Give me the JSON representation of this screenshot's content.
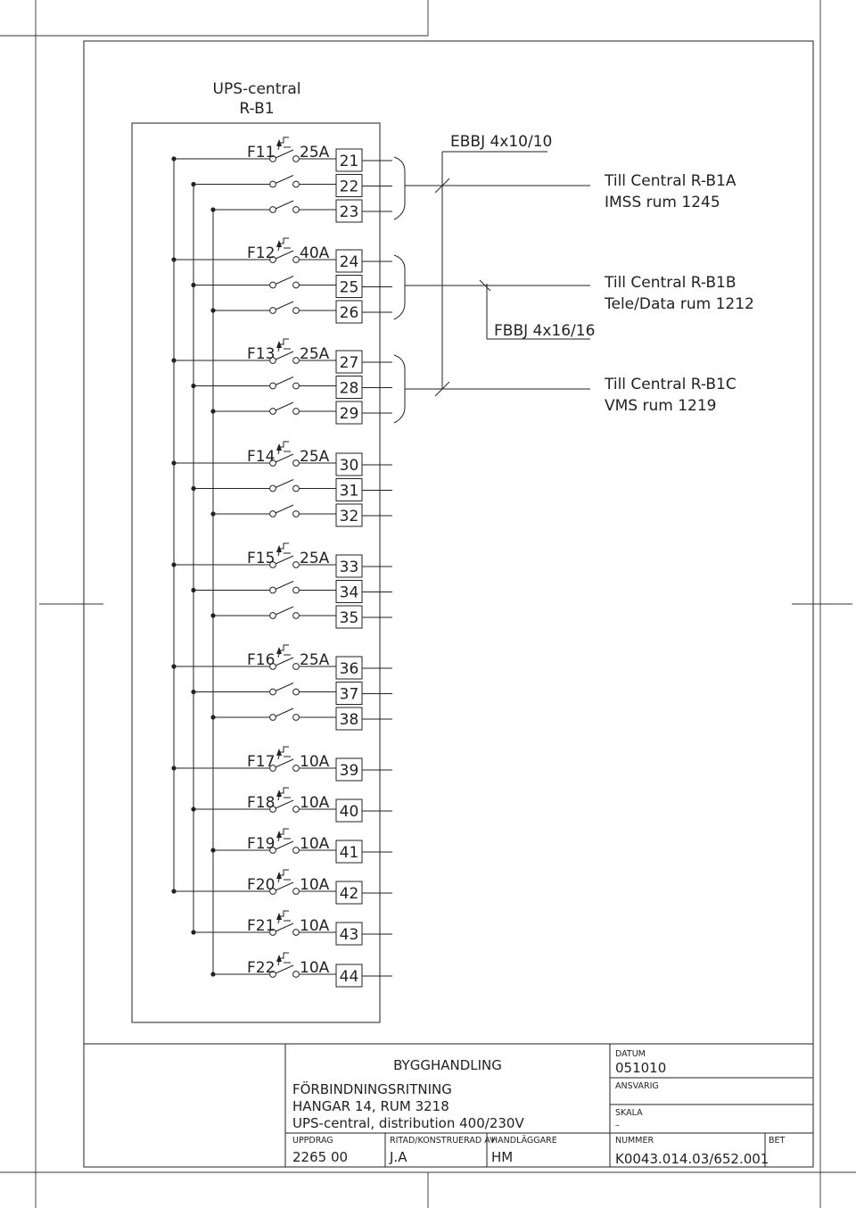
{
  "board": {
    "title_line1": "UPS-central",
    "title_line2": "R-B1"
  },
  "breakers": [
    {
      "id": "F11",
      "rating": "25A",
      "outputs": [
        "21",
        "22",
        "23"
      ]
    },
    {
      "id": "F12",
      "rating": "40A",
      "outputs": [
        "24",
        "25",
        "26"
      ]
    },
    {
      "id": "F13",
      "rating": "25A",
      "outputs": [
        "27",
        "28",
        "29"
      ]
    },
    {
      "id": "F14",
      "rating": "25A",
      "outputs": [
        "30",
        "31",
        "32"
      ]
    },
    {
      "id": "F15",
      "rating": "25A",
      "outputs": [
        "33",
        "34",
        "35"
      ]
    },
    {
      "id": "F16",
      "rating": "25A",
      "outputs": [
        "36",
        "37",
        "38"
      ]
    },
    {
      "id": "F17",
      "rating": "10A",
      "outputs": [
        "39"
      ]
    },
    {
      "id": "F18",
      "rating": "10A",
      "outputs": [
        "40"
      ]
    },
    {
      "id": "F19",
      "rating": "10A",
      "outputs": [
        "41"
      ]
    },
    {
      "id": "F20",
      "rating": "10A",
      "outputs": [
        "42"
      ]
    },
    {
      "id": "F21",
      "rating": "10A",
      "outputs": [
        "43"
      ]
    },
    {
      "id": "F22",
      "rating": "10A",
      "outputs": [
        "44"
      ]
    }
  ],
  "cables": {
    "upper": "EBBJ 4x10/10",
    "lower": "FBBJ 4x16/16"
  },
  "destinations": [
    {
      "line1": "Till Central R-B1A",
      "line2": "IMSS rum 1245"
    },
    {
      "line1": "Till Central R-B1B",
      "line2": "Tele/Data rum 1212"
    },
    {
      "line1": "Till Central R-B1C",
      "line2": "VMS rum 1219"
    }
  ],
  "title_block": {
    "status": "BYGGHANDLING",
    "drawing_type": "FÖRBINDNINGSRITNING",
    "location": "HANGAR 14, RUM 3218",
    "description": "UPS-central, distribution 400/230V",
    "datum_label": "DATUM",
    "datum_value": "051010",
    "ansvarig_label": "ANSVARIG",
    "skala_label": "SKALA",
    "skala_value": "–",
    "uppdrag_label": "UPPDRAG",
    "uppdrag_value": "2265 00",
    "ritad_label": "RITAD/KONSTRUERAD AV",
    "ritad_value": "J.A",
    "handlaggare_label": "HANDLÄGGARE",
    "handlaggare_value": "HM",
    "nummer_label": "NUMMER",
    "nummer_value": "K0043.014.03/652.001",
    "bet_label": "BET"
  }
}
